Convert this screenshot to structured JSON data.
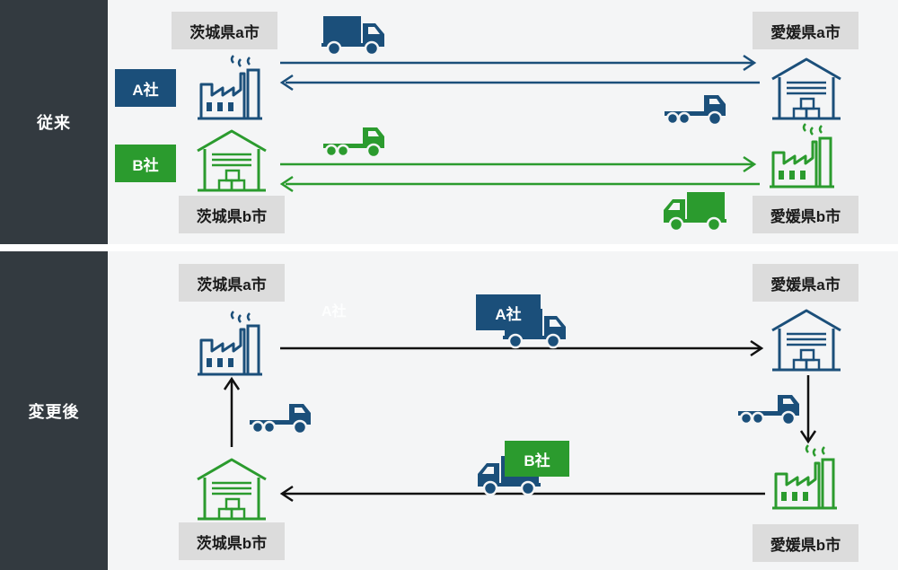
{
  "sections": {
    "before": "従来",
    "after": "変更後"
  },
  "locations": {
    "ibaraki_a": "茨城県a市",
    "ibaraki_b": "茨城県b市",
    "ehime_a": "愛媛県a市",
    "ehime_b": "愛媛県b市"
  },
  "companies": {
    "a": "A社",
    "b": "B社"
  },
  "colors": {
    "company_a": "#1b4f7a",
    "company_b": "#2b9b2e",
    "route_after": "#111111",
    "sidebar": "#333a40",
    "label_bg": "#dcdcdc"
  },
  "icons": [
    "factory-icon",
    "warehouse-icon",
    "box-truck-icon",
    "empty-truck-icon"
  ]
}
